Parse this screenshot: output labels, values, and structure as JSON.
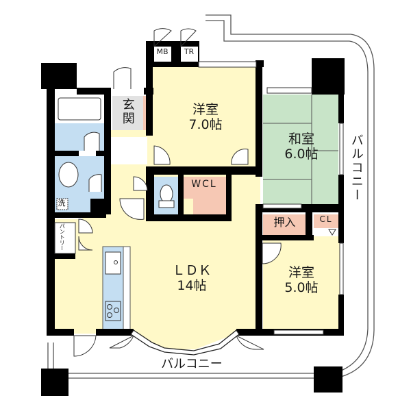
{
  "diagram": {
    "type": "floor-plan",
    "colors": {
      "wall": "#000000",
      "western_room": "#fff9c8",
      "japanese_room": "#c8e4c8",
      "water_area": "#c4def2",
      "storage": "#f6c8b4",
      "entrance": "#e2e2e2",
      "balcony_line": "#555555"
    },
    "rooms": {
      "western1": {
        "name": "洋室",
        "size": "7.0帖"
      },
      "japanese": {
        "name": "和室",
        "size": "6.0帖"
      },
      "ldk": {
        "name": "ＬＤＫ",
        "size": "14帖"
      },
      "western2": {
        "name": "洋室",
        "size": "5.0帖"
      },
      "entrance": {
        "name": "玄関"
      },
      "wcl": {
        "name": "WCL"
      },
      "oshiire": {
        "name": "押入"
      },
      "cl": {
        "name": "CL"
      },
      "washer": {
        "name": "洗"
      },
      "pantry": {
        "name": "パントリー"
      },
      "mb": {
        "name": "MB"
      },
      "tr": {
        "name": "TR"
      }
    },
    "balcony": {
      "bottom_label": "バルコニー",
      "right_label": "バルコニー"
    }
  }
}
